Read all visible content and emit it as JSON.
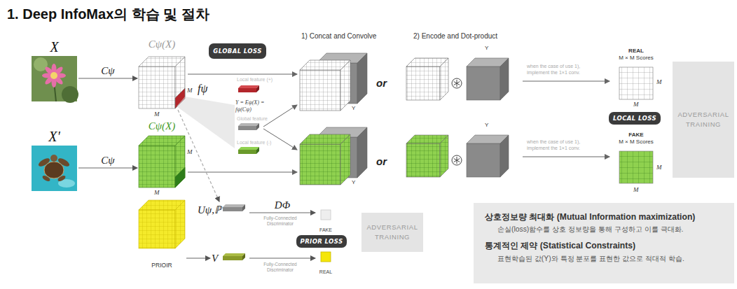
{
  "diagram": {
    "title": "1. Deep InfoMax의 학습 및 절차",
    "nodes": [
      {
        "text": [
          "X"
        ]
      },
      {
        "text": [
          "Cψ(X)"
        ]
      },
      {
        "text": [
          "X'"
        ]
      },
      {
        "text": [
          "Cψ(X)"
        ]
      },
      {
        "text": [
          "GLOBAL LOSS"
        ]
      },
      {
        "text": [
          "REAL",
          "M × M Scores"
        ]
      },
      {
        "text": [
          "LOCAL LOSS"
        ]
      },
      {
        "text": [
          "FAKE",
          "M × M Scores"
        ]
      },
      {
        "text": [
          "ADVERSARIAL TRAINING"
        ]
      },
      {
        "text": [
          "PRIOIR"
        ]
      },
      {
        "text": [
          "Uψ,ℙ"
        ]
      },
      {
        "text": [
          "V"
        ]
      },
      {
        "text": [
          "FAKE"
        ]
      },
      {
        "text": [
          "REAL"
        ]
      },
      {
        "text": [
          "PRIOR LOSS"
        ]
      },
      {
        "text": [
          "ADVERSARIAL TRAINING"
        ]
      },
      {
        "text": [
          "상호정보량 최대화 (Mutual Information maximization)",
          "손실(loss)함수를 상호 정보량을 통해 구성하고 이를 극대화.",
          "통계적인 제약 (Statistical Constraints)",
          "표현학습된 값(Y)와 특정 분포를 표현한 값으로 적대적 학습."
        ]
      }
    ],
    "edges": [
      {
        "from": 0,
        "to": 1,
        "label": "Cψ",
        "arrow": "to"
      },
      {
        "from": 2,
        "to": 3,
        "label": "Cψ",
        "arrow": "to"
      },
      {
        "from": 1,
        "to": 10,
        "arrow": "to"
      },
      {
        "from": 9,
        "to": 11,
        "arrow": "to"
      },
      {
        "from": 10,
        "to": 12,
        "label": "DΦ",
        "arrow": "to"
      },
      {
        "from": 11,
        "to": 13,
        "arrow": "to"
      }
    ],
    "labels": [
      "M",
      "M",
      "fψ",
      "Local feature (+)",
      "Y = Eψ(X) = fψ(Cψ)",
      "Global feature",
      "Local feature (-)",
      "M",
      "M",
      "1) Concat and Convolve",
      "Y",
      "Y",
      "or",
      "or",
      "2) Encode and Dot-product",
      "Y",
      "Y",
      "when the case of use 1), implement the 1×1 conv.",
      "when the case of use 1), implement the 1×1 conv.",
      "M",
      "M",
      "M",
      "M",
      "Fully-Connected Discriminator",
      "Fully-Connected Discriminator"
    ]
  }
}
